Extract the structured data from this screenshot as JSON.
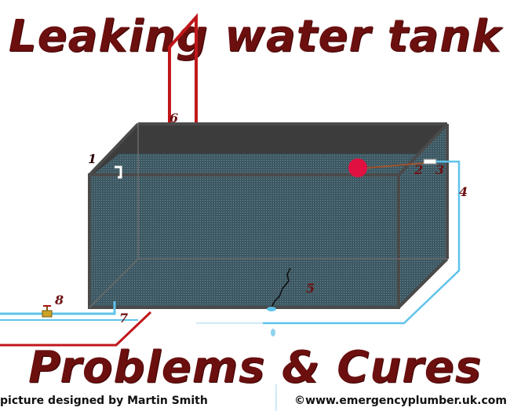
{
  "title": "Leaking water tank",
  "subtitle": "Problems & Cures",
  "credit_left": "picture designed by Martin Smith",
  "credit_right": "©www.emergencyplumber.uk.com",
  "labels": {
    "l1": "1",
    "l2": "2",
    "l3": "3",
    "l4": "4",
    "l5": "5",
    "l6": "6",
    "l7": "7",
    "l8": "8"
  },
  "colors": {
    "title": "#6b0f0f",
    "tank_edge": "#444444",
    "water": "#3f5a63",
    "pipe_red": "#c0171b",
    "pipe_blue": "#5fc3ea",
    "float": "#e01040",
    "label_dark_red": "#6b0f0f"
  }
}
